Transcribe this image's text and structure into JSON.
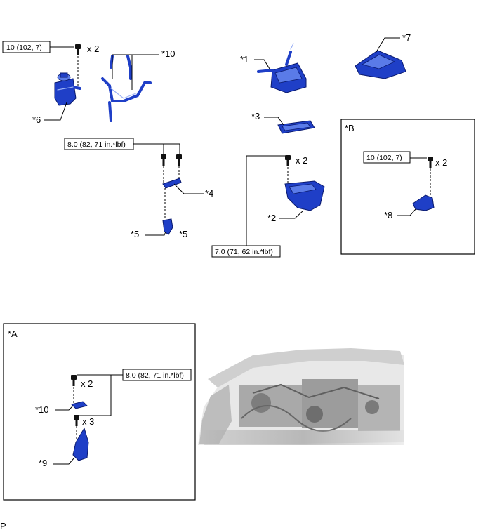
{
  "labels": {
    "p1": "*1",
    "p2": "*2",
    "p3": "*3",
    "p4": "*4",
    "p5a": "*5",
    "p5b": "*5",
    "p6": "*6",
    "p7": "*7",
    "p8": "*8",
    "p9": "*9",
    "p10a": "*10",
    "p10b": "*10"
  },
  "boxes": {
    "boxA": "*A",
    "boxB": "*B"
  },
  "torques": {
    "t_top_left": "10 (102, 7)",
    "t_mid_left": "8.0 (82, 71 in.*lbf)",
    "t_center": "7.0 (71, 62 in.*lbf)",
    "t_box_b": "10 (102, 7)",
    "t_box_a": "8.0 (82, 71 in.*lbf)"
  },
  "counts": {
    "c_top_left": "x 2",
    "c_center": "x 2",
    "c_box_b": "x 2",
    "c_box_a1": "x 2",
    "c_box_a2": "x 3"
  },
  "footer": {
    "code": "P"
  },
  "colors": {
    "part": "#1f3fc7",
    "part_dark": "#0a1a6e",
    "line": "#000000"
  }
}
